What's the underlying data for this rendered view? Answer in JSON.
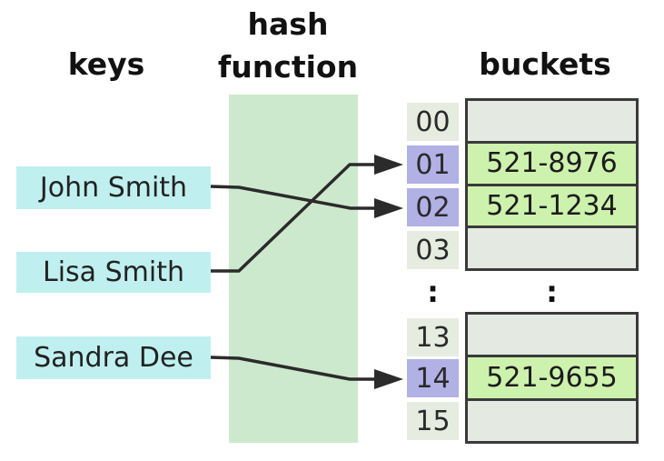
{
  "headers": {
    "keys": "keys",
    "hash_function": "hash function",
    "buckets": "buckets"
  },
  "keys": [
    {
      "label": "John Smith"
    },
    {
      "label": "Lisa Smith"
    },
    {
      "label": "Sandra Dee"
    }
  ],
  "mappings": [
    {
      "key": "John Smith",
      "bucket": "02"
    },
    {
      "key": "Lisa Smith",
      "bucket": "01"
    },
    {
      "key": "Sandra Dee",
      "bucket": "14"
    }
  ],
  "index_column": {
    "top": [
      {
        "label": "00",
        "highlighted": false
      },
      {
        "label": "01",
        "highlighted": true
      },
      {
        "label": "02",
        "highlighted": true
      },
      {
        "label": "03",
        "highlighted": false
      }
    ],
    "ellipsis": ":",
    "bottom": [
      {
        "label": "13",
        "highlighted": false
      },
      {
        "label": "14",
        "highlighted": true
      },
      {
        "label": "15",
        "highlighted": false
      }
    ]
  },
  "bucket_column": {
    "top": [
      {
        "value": "",
        "filled": false
      },
      {
        "value": "521-8976",
        "filled": true
      },
      {
        "value": "521-1234",
        "filled": true
      },
      {
        "value": "",
        "filled": false
      }
    ],
    "ellipsis": ":",
    "bottom": [
      {
        "value": "",
        "filled": false
      },
      {
        "value": "521-9655",
        "filled": true
      },
      {
        "value": "",
        "filled": false
      }
    ]
  },
  "colors": {
    "key_box": "#bff0ef",
    "hash_box": "#cde9cd",
    "index_highlight": "#b1b1e6",
    "index_plain": "#e7ece1",
    "bucket_filled": "#cdf2ad",
    "bucket_empty": "#e4eae1",
    "border": "#3a3a3a",
    "arrow": "#2b2b2b",
    "text": "#1a1a1a",
    "background": "#ffffff"
  }
}
